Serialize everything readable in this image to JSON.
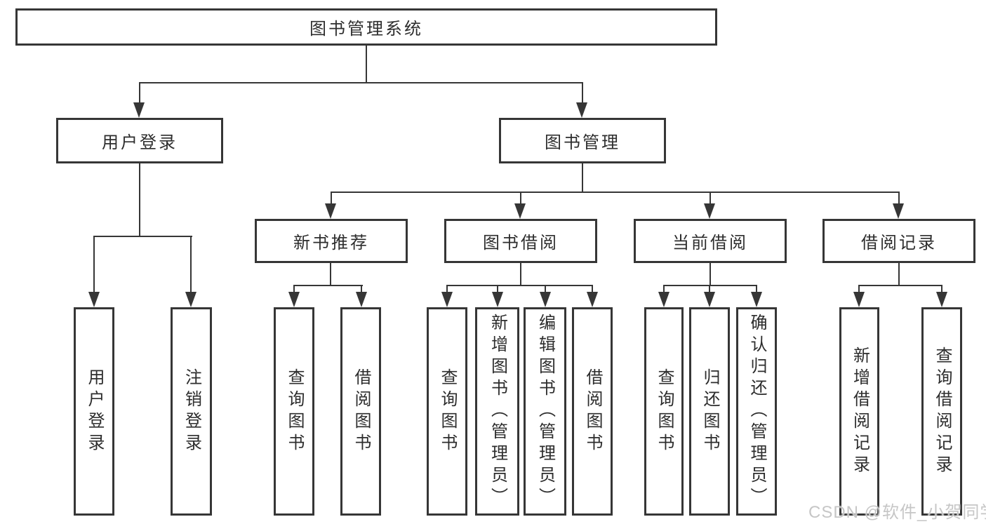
{
  "nodes": {
    "root": {
      "label": "图书管理系统"
    },
    "user_login": {
      "label": "用户登录"
    },
    "book_mgmt": {
      "label": "图书管理"
    },
    "login": {
      "label": "用户登录"
    },
    "logout": {
      "label": "注销登录"
    },
    "new_book": {
      "label": "新书推荐"
    },
    "borrow": {
      "label": "图书借阅"
    },
    "current": {
      "label": "当前借阅"
    },
    "record": {
      "label": "借阅记录"
    },
    "g1_query": {
      "label": "查询图书"
    },
    "g1_borrow": {
      "label": "借阅图书"
    },
    "g2_query": {
      "label": "查询图书"
    },
    "g2_add": {
      "label": "新增图书（管理员）"
    },
    "g2_edit": {
      "label": "编辑图书（管理员）"
    },
    "g2_borrow": {
      "label": "借阅图书"
    },
    "g3_query": {
      "label": "查询图书"
    },
    "g3_return": {
      "label": "归还图书"
    },
    "g3_confirm": {
      "label": "确认归还（管理员）"
    },
    "g4_add": {
      "label": "新增借阅记录"
    },
    "g4_query": {
      "label": "查询借阅记录"
    }
  },
  "watermark": {
    "text": "CSDN @软件_小贺同学"
  },
  "colors": {
    "line": "#363636",
    "text": "#2d2d2d",
    "watermark": "#c6c6c6",
    "background": "#ffffff"
  }
}
